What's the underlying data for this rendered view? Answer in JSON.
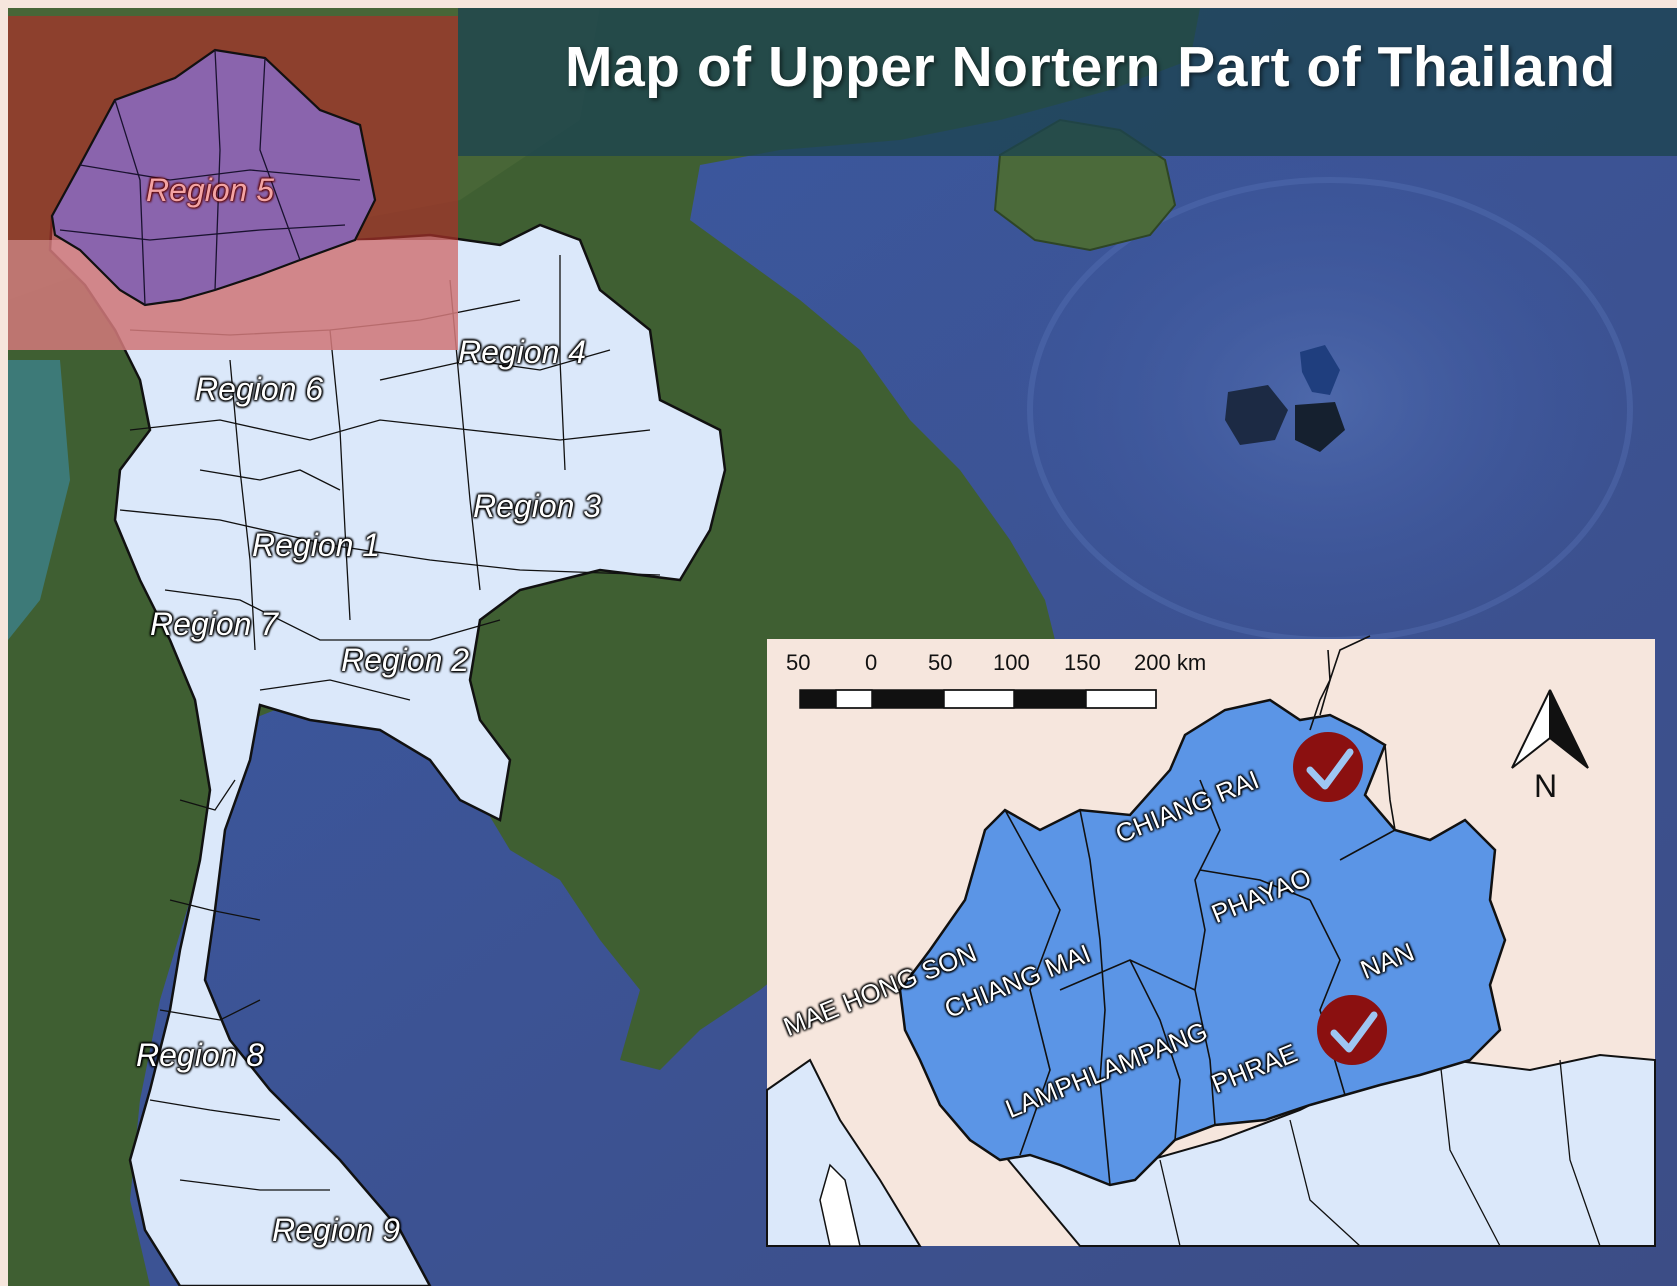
{
  "title": "Map of Upper Nortern Part of Thailand",
  "regions": [
    {
      "label": "Region 5",
      "style": "pink"
    },
    {
      "label": "Region 4",
      "style": "white"
    },
    {
      "label": "Region 6",
      "style": "white"
    },
    {
      "label": "Region 3",
      "style": "white"
    },
    {
      "label": "Region 1",
      "style": "white"
    },
    {
      "label": "Region 7",
      "style": "white"
    },
    {
      "label": "Region 2",
      "style": "white"
    },
    {
      "label": "Region 8",
      "style": "white"
    },
    {
      "label": "Region 9",
      "style": "white"
    }
  ],
  "inset": {
    "scale_bar": {
      "labels": [
        "50",
        "0",
        "50",
        "100",
        "150",
        "200 km"
      ]
    },
    "north_arrow": {
      "label": "N",
      "icon": "north-arrow-icon"
    },
    "provinces": [
      {
        "label": "CHIANG RAI",
        "selected": true
      },
      {
        "label": "PHAYAO",
        "selected": false
      },
      {
        "label": "NAN",
        "selected": false
      },
      {
        "label": "MAE HONG SON",
        "selected": false
      },
      {
        "label": "CHIANG MAI",
        "selected": false
      },
      {
        "label": "LAMPHLAMPANG",
        "selected": false
      },
      {
        "label": "PHRAE",
        "selected": true
      }
    ],
    "marker_icon": "check-circle-icon"
  },
  "colors": {
    "land_satellite": "#3f5f32",
    "sea": "#3d5494",
    "thailand_fill": "#dbe8fa",
    "region5_fill": "#8a64ad",
    "highlight_box": "#a8322a",
    "inset_bg": "#f6e6dd",
    "upper_north_fill": "#5b95e6",
    "check_marker": "#8b1010"
  }
}
